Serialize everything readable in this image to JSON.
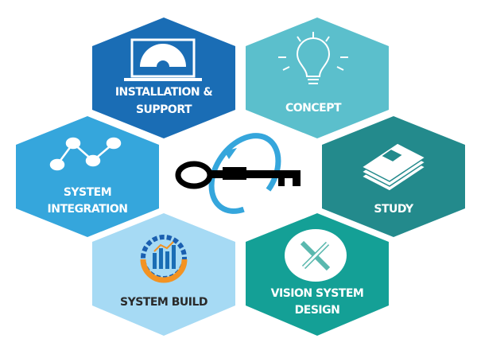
{
  "hexagons": [
    {
      "id": "installation",
      "lines": [
        "INSTALLATION &",
        "SUPPORT"
      ],
      "icon": "laptop-gear-icon",
      "color": "#1a6db5",
      "text_color": "#ffffff"
    },
    {
      "id": "concept",
      "lines": [
        "CONCEPT"
      ],
      "icon": "lightbulb-icon",
      "color": "#5bbfcc",
      "text_color": "#ffffff"
    },
    {
      "id": "integration",
      "lines": [
        "SYSTEM",
        "INTEGRATION"
      ],
      "icon": "line-graph-icon",
      "color": "#35a6dc",
      "text_color": "#ffffff"
    },
    {
      "id": "study",
      "lines": [
        "STUDY"
      ],
      "icon": "books-icon",
      "color": "#238a8c",
      "text_color": "#ffffff"
    },
    {
      "id": "build",
      "lines": [
        "SYSTEM BUILD"
      ],
      "icon": "gear-chart-icon",
      "color": "#a6daf4",
      "text_color": "#2a2a2a"
    },
    {
      "id": "vision",
      "lines": [
        "VISION SYSTEM",
        "DESIGN"
      ],
      "icon": "pencil-ruler-icon",
      "color": "#14a096",
      "text_color": "#ffffff"
    }
  ],
  "center": {
    "icon": "key-cycle-icon",
    "key_color": "#000000",
    "arrow_color": "#35a6dc"
  }
}
